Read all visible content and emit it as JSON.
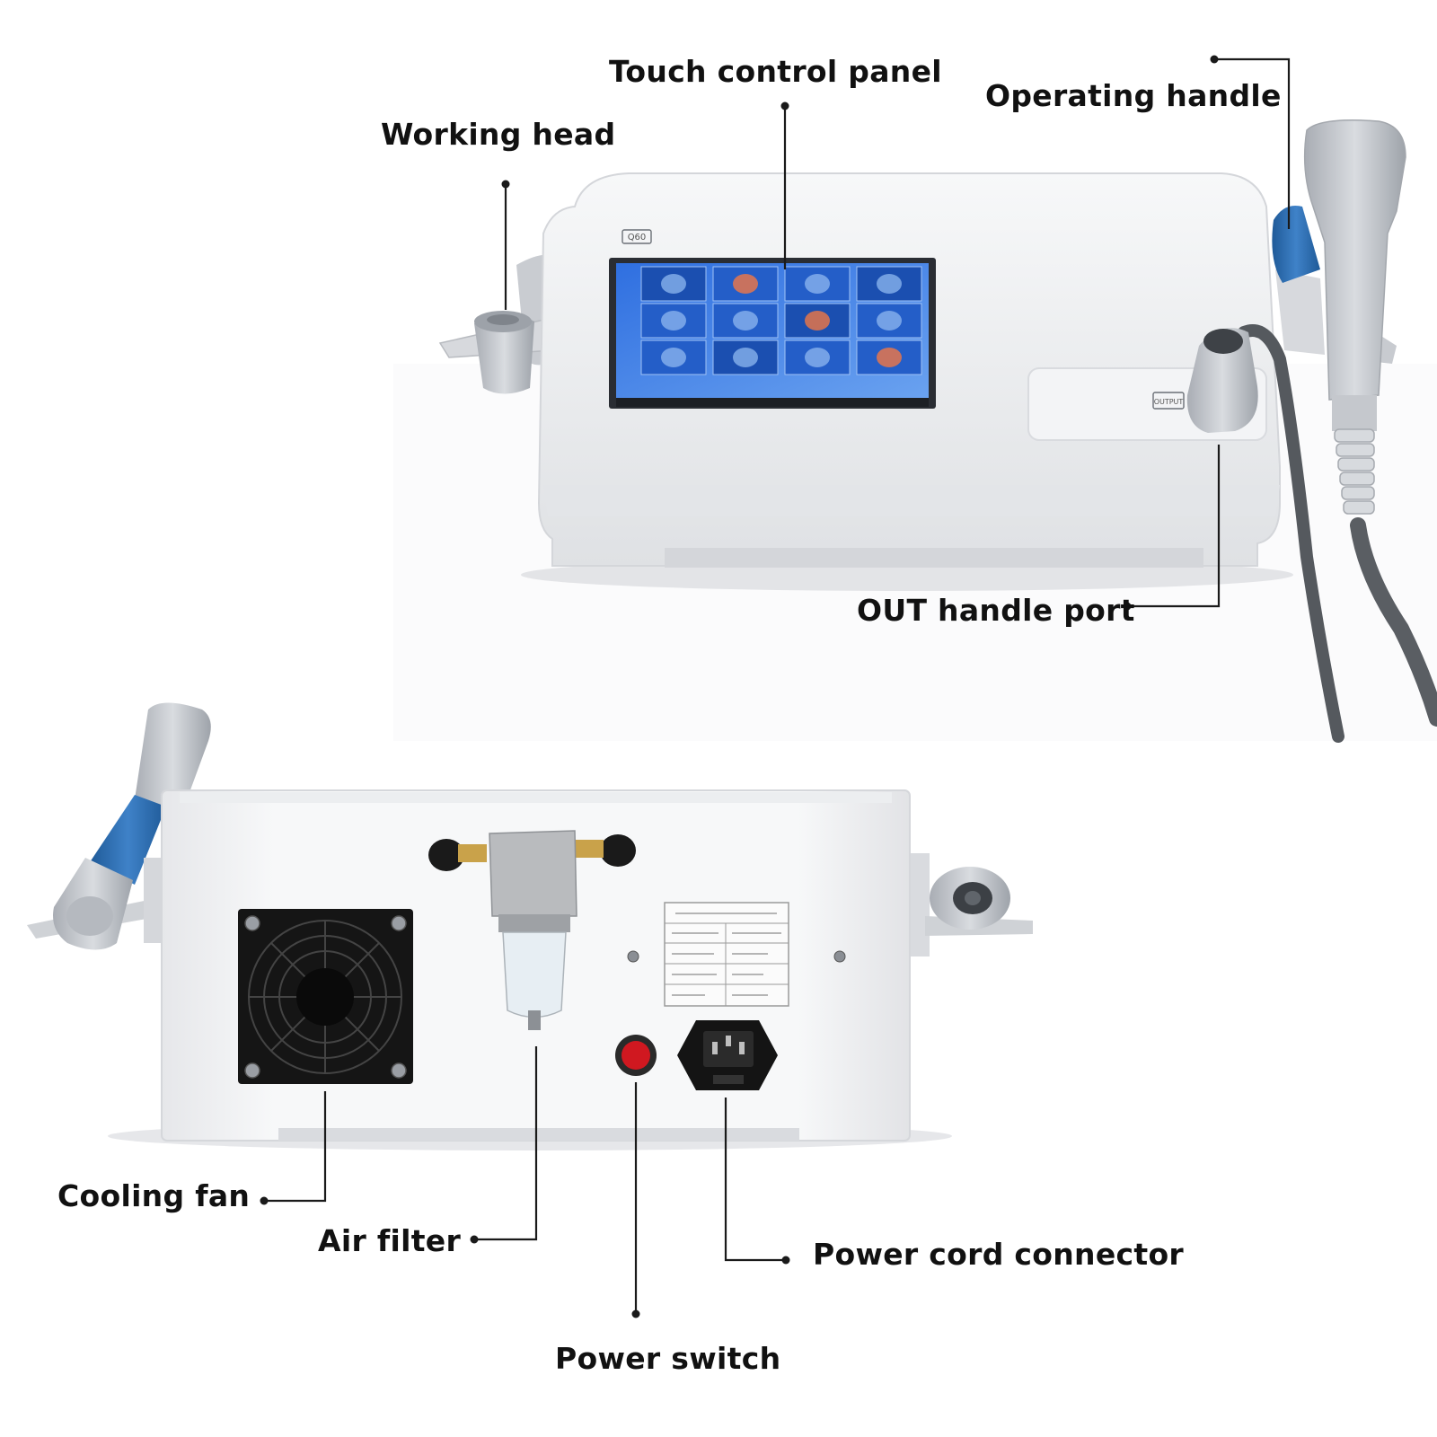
{
  "labels": {
    "touch_control_panel": "Touch control panel",
    "operating_handle": "Operating handle",
    "working_head": "Working head",
    "out_handle_port": "OUT handle port",
    "cooling_fan": "Cooling fan",
    "air_filter": "Air filter",
    "power_cord_connector": "Power cord connector",
    "power_switch": "Power switch"
  },
  "device_marks": {
    "model_badge": "Q60",
    "output_badge": "OUTPUT"
  },
  "colors": {
    "device_body": "#f1f2f4",
    "screen_blue": "#3f7fe0",
    "handle_blue": "#2f6fb3",
    "handle_grey": "#bfc3c9",
    "cable": "#55595e",
    "power_switch_red": "#d01820",
    "label_text": "#111111"
  }
}
